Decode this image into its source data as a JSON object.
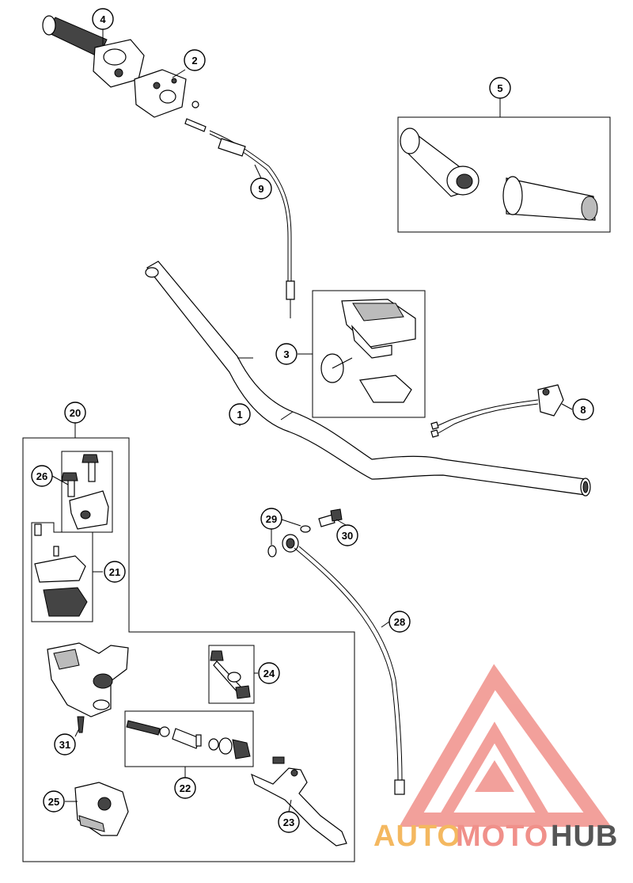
{
  "callouts": [
    {
      "id": "c1",
      "label": "1"
    },
    {
      "id": "c2",
      "label": "2"
    },
    {
      "id": "c3",
      "label": "3"
    },
    {
      "id": "c4",
      "label": "4"
    },
    {
      "id": "c5",
      "label": "5"
    },
    {
      "id": "c8",
      "label": "8"
    },
    {
      "id": "c9",
      "label": "9"
    },
    {
      "id": "c20",
      "label": "20"
    },
    {
      "id": "c21",
      "label": "21"
    },
    {
      "id": "c22",
      "label": "22"
    },
    {
      "id": "c23",
      "label": "23"
    },
    {
      "id": "c24",
      "label": "24"
    },
    {
      "id": "c25",
      "label": "25"
    },
    {
      "id": "c26",
      "label": "26"
    },
    {
      "id": "c28",
      "label": "28"
    },
    {
      "id": "c29",
      "label": "29"
    },
    {
      "id": "c30",
      "label": "30"
    },
    {
      "id": "c31",
      "label": "31"
    }
  ],
  "watermark": {
    "part1": "AUTO",
    "part2": "MOTO",
    "part3": "HUB",
    "color_primary": "#f0908a",
    "color_secondary": "#f4b860",
    "color_tertiary": "#555555"
  },
  "colors": {
    "line": "#000000",
    "background": "#ffffff"
  }
}
